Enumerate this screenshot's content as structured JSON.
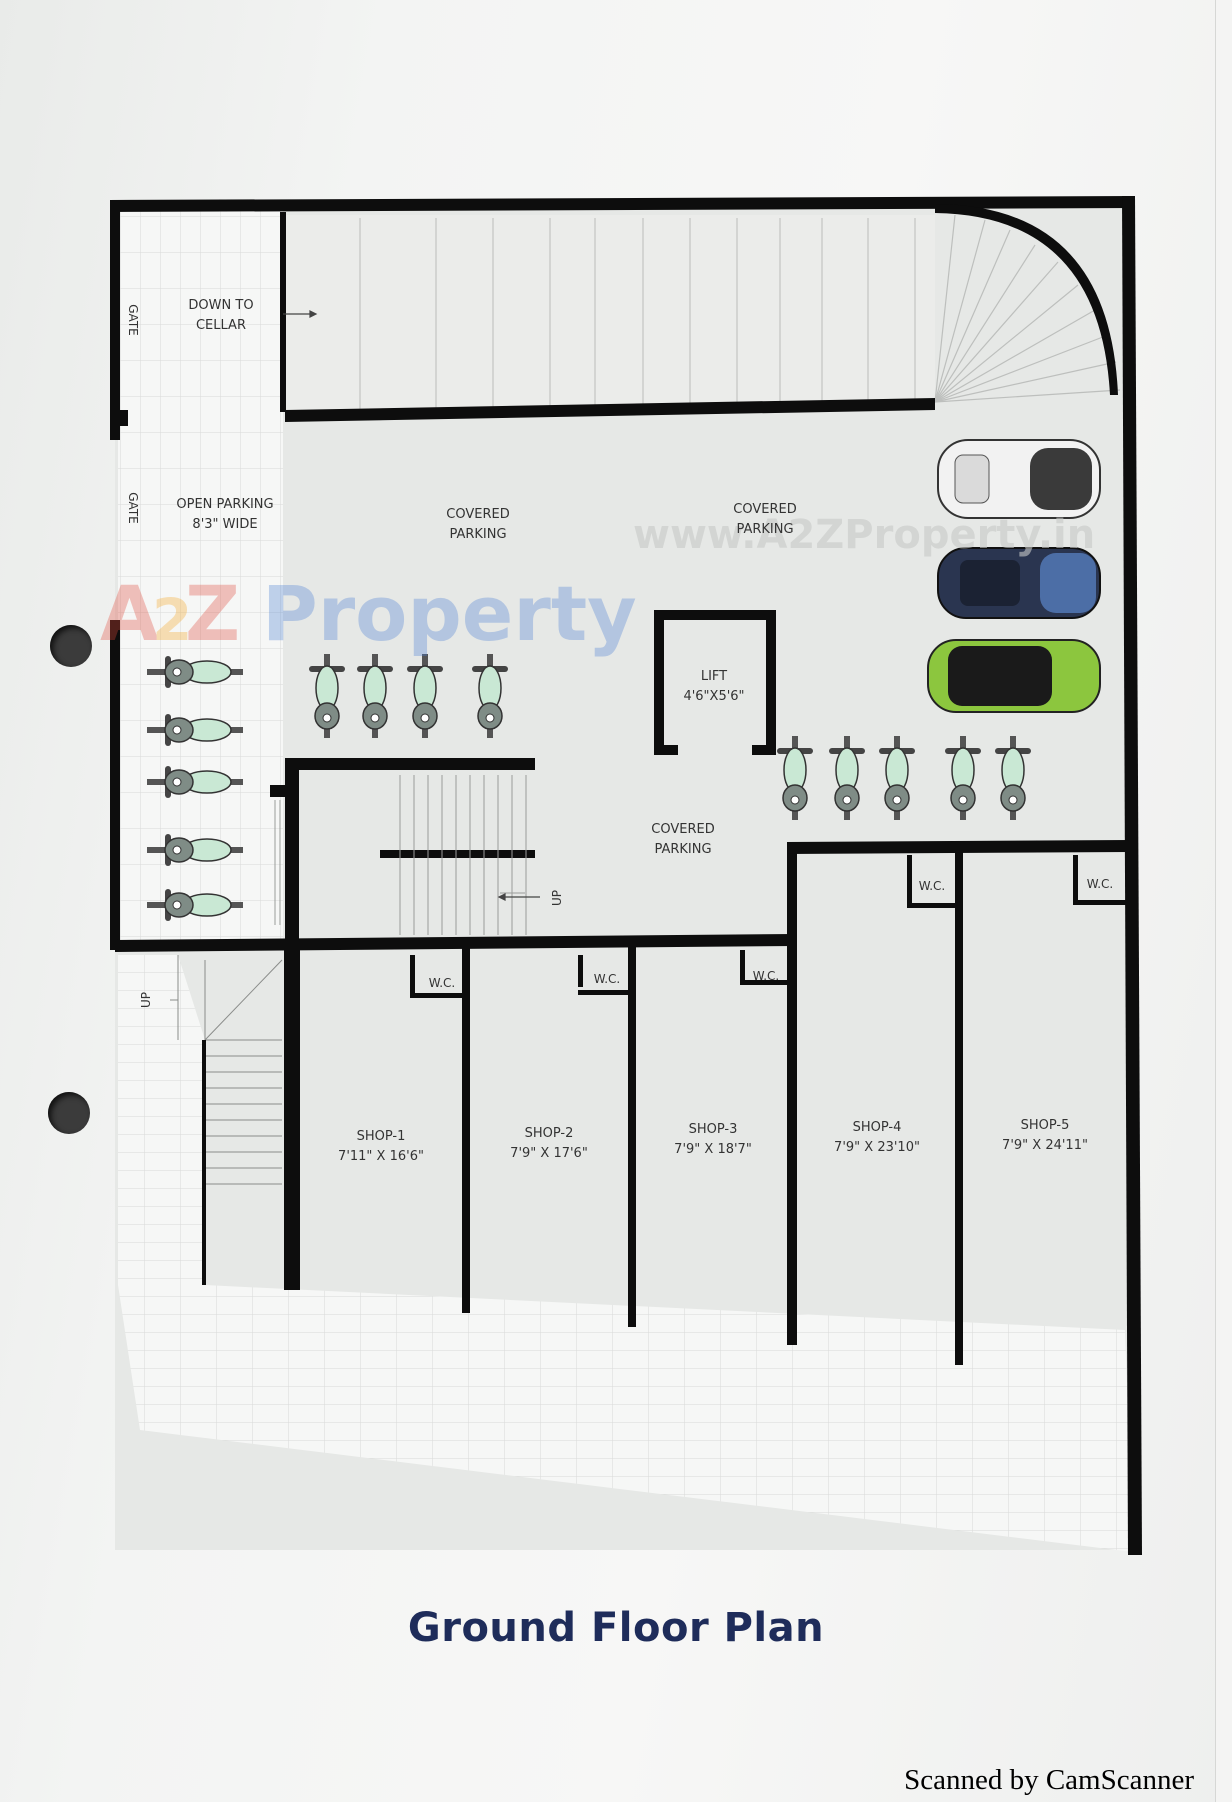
{
  "plan": {
    "title": "Ground Floor Plan",
    "labels": {
      "down_to": "DOWN TO",
      "cellar": "CELLAR",
      "gate_top": "GATE",
      "gate_bottom": "GATE",
      "open_parking": "OPEN PARKING",
      "open_parking_width": "8'3\" WIDE",
      "covered_1": "COVERED",
      "parking_1": "PARKING",
      "covered_2": "COVERED",
      "parking_2": "PARKING",
      "covered_3": "COVERED",
      "parking_3": "PARKING",
      "lift": "LIFT",
      "lift_size": "4'6\"X5'6\"",
      "up_stair": "UP",
      "up_entry": "UP"
    },
    "wc_label": "W.C.",
    "shops": [
      {
        "name": "SHOP-1",
        "size": "7'11\" X 16'6\""
      },
      {
        "name": "SHOP-2",
        "size": "7'9\" X 17'6\""
      },
      {
        "name": "SHOP-3",
        "size": "7'9\" X 18'7\""
      },
      {
        "name": "SHOP-4",
        "size": "7'9\" X 23'10\""
      },
      {
        "name": "SHOP-5",
        "size": "7'9\" X 24'11\""
      }
    ]
  },
  "watermark": {
    "brand_a": "A",
    "brand_2": "2",
    "brand_z": "Z",
    "brand_word": "Property",
    "url": "www.A2ZProperty.in"
  },
  "scanner_text": "Scanned by CamScanner",
  "colors": {
    "wall": "#0d0d0d",
    "floor": "#e5e7e5",
    "paving_line": "#d2d4d2",
    "title": "#1e2c5a",
    "car_white": "#f2f2f2",
    "car_blue": "#2a3550",
    "car_green": "#8cc63e",
    "bike_body": "#7f8c86",
    "bike_tank": "#c9e8d4"
  }
}
